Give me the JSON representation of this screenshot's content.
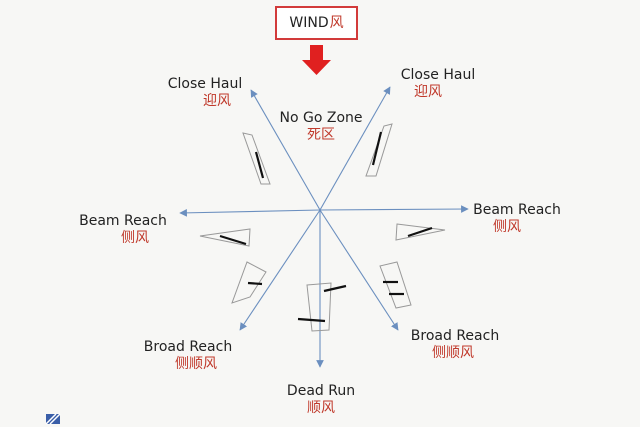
{
  "wind": {
    "label_en": "WIND",
    "label_zh": "风"
  },
  "no_go_zone": {
    "en": "No Go Zone",
    "zh": "死区"
  },
  "points_of_sail": {
    "close_haul_left": {
      "en": "Close Haul",
      "zh": "迎风"
    },
    "close_haul_right": {
      "en": "Close Haul",
      "zh": "迎风"
    },
    "beam_reach_left": {
      "en": "Beam Reach",
      "zh": "侧风"
    },
    "beam_reach_right": {
      "en": "Beam Reach",
      "zh": "侧风"
    },
    "broad_reach_left": {
      "en": "Broad Reach",
      "zh": "侧顺风"
    },
    "broad_reach_right": {
      "en": "Broad Reach",
      "zh": "侧顺风"
    },
    "dead_run": {
      "en": "Dead Run",
      "zh": "顺风"
    }
  },
  "colors": {
    "arrow_blue": "#6b8fbf",
    "wind_red": "#e02020",
    "label_red": "#c0392b",
    "sail_black": "#111111"
  }
}
